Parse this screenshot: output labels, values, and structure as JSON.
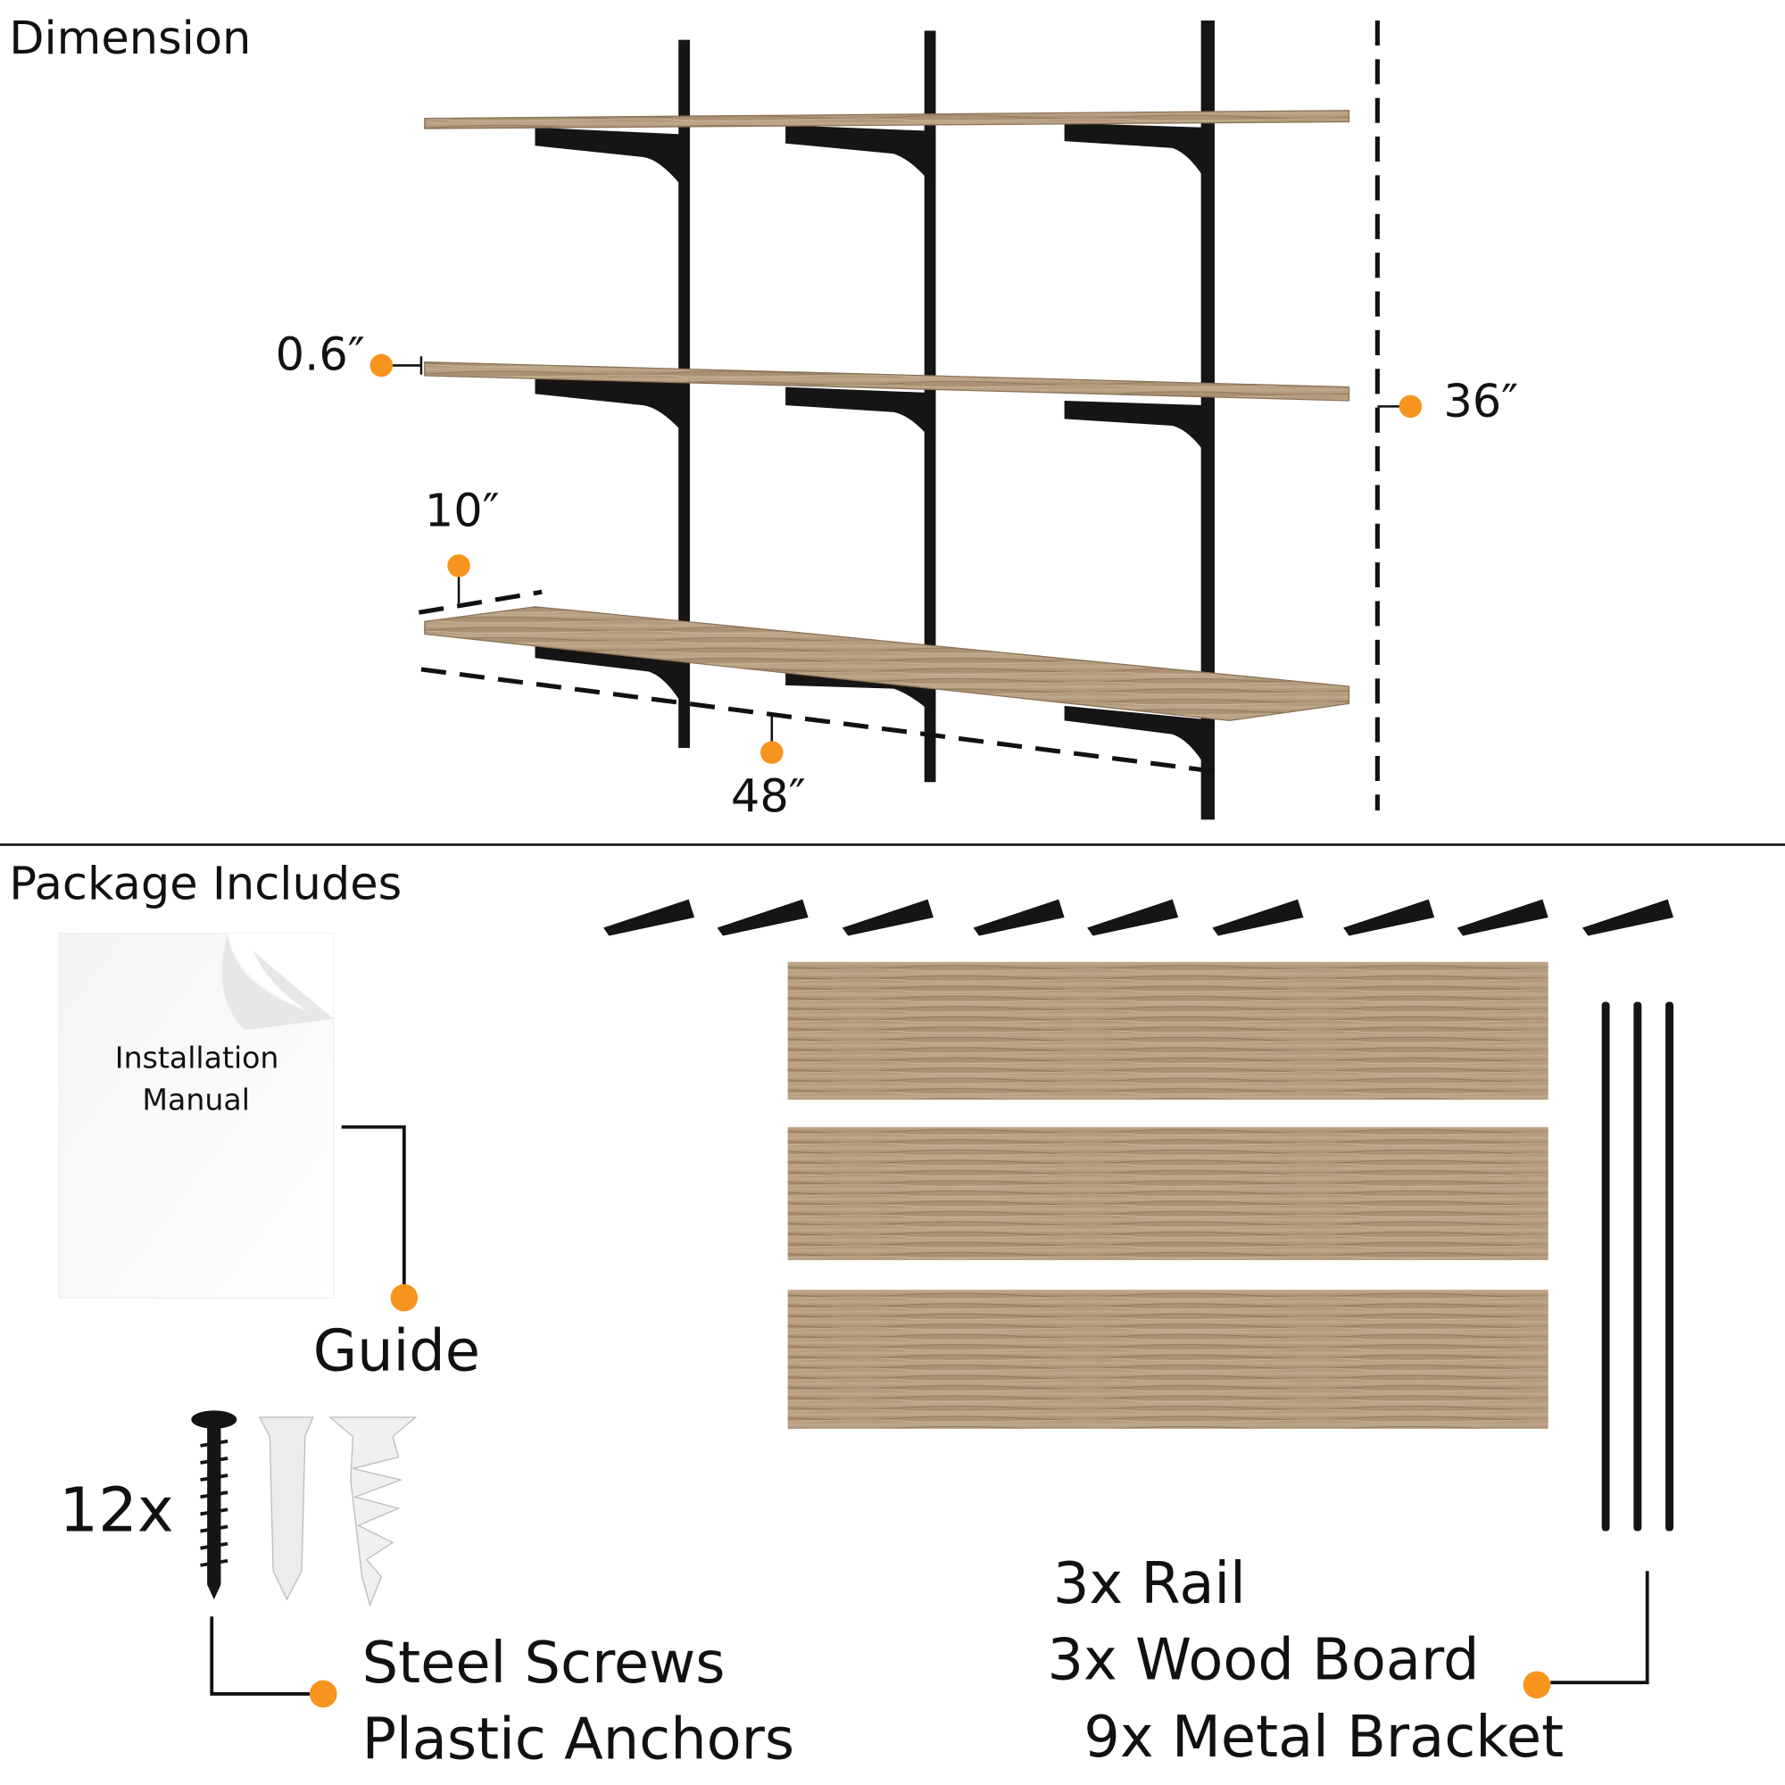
{
  "sections": {
    "dimension_title": "Dimension",
    "package_title": "Package Includes"
  },
  "dimensions": {
    "thickness": "0.6″",
    "height": "36″",
    "depth": "10″",
    "width": "48″"
  },
  "package": {
    "manual_line1": "Installation",
    "manual_line2": "Manual",
    "guide_label": "Guide",
    "screws_count": "12x",
    "screws_label": "Steel Screws",
    "anchors_label": "Plastic Anchors",
    "rail_label": "3x Rail",
    "board_label": "3x Wood Board",
    "bracket_label": "9x Metal Bracket"
  },
  "colors": {
    "accent_dot": "#F7941D",
    "wood": "#B39A7C",
    "metal": "#151515"
  }
}
